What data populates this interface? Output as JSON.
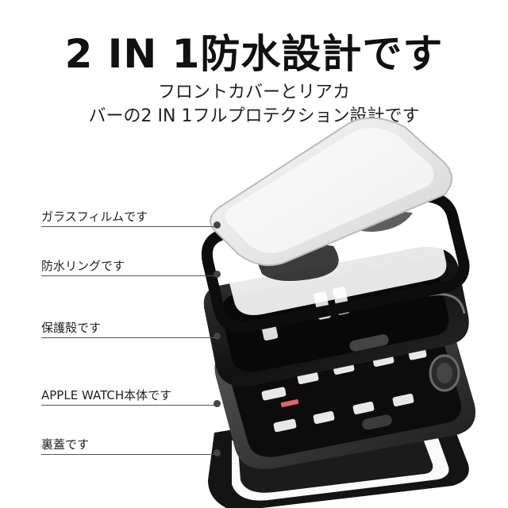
{
  "title": "2 IN 1防水設計です",
  "subtitle": {
    "line1": "フロントカバーとリアカ",
    "line2": "バーの2 IN 1フルプロテクション設計です"
  },
  "layers": [
    {
      "label": "ガラスフィルムです"
    },
    {
      "label": "防水リングです"
    },
    {
      "label": "保護殻です"
    },
    {
      "label": "APPLE WATCH本体です"
    },
    {
      "label": "裏蓋です"
    }
  ]
}
